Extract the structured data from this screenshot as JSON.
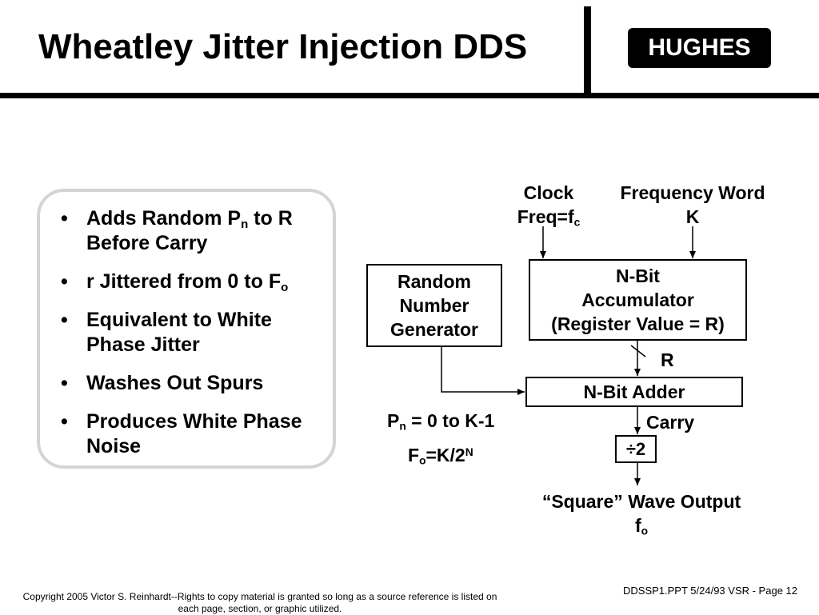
{
  "header": {
    "title": "Wheatley Jitter Injection DDS",
    "logo_text": "HUGHES"
  },
  "bullets": [
    {
      "parts": [
        "Adds Random P",
        "n",
        " to R Before Carry"
      ]
    },
    {
      "parts": [
        "r Jittered from 0 to F",
        "o",
        ""
      ]
    },
    {
      "parts": [
        "Equivalent to White Phase Jitter"
      ]
    },
    {
      "parts": [
        "Washes Out Spurs"
      ]
    },
    {
      "parts": [
        "Produces White Phase Noise"
      ]
    }
  ],
  "diagram": {
    "clock": {
      "line1": "Clock",
      "line2_main": "Freq=f",
      "line2_sub": "c"
    },
    "freq_word": {
      "line1": "Frequency Word",
      "line2": "K"
    },
    "rng": {
      "line1": "Random",
      "line2": "Number",
      "line3": "Generator"
    },
    "accumulator": {
      "line1": "N-Bit",
      "line2": "Accumulator",
      "line3": "(Register Value = R)"
    },
    "r_label": "R",
    "adder": "N-Bit Adder",
    "carry": "Carry",
    "divider": "÷2",
    "pn_eq": {
      "main": "P",
      "sub": "n",
      "rest": " = 0 to K-1"
    },
    "fo_eq": {
      "main": "F",
      "sub": "o",
      "mid": "=K/2",
      "sup": "N"
    },
    "output": {
      "line1": "“Square” Wave Output",
      "line2_main": "f",
      "line2_sub": "o"
    }
  },
  "footer": {
    "copyright": "Copyright 2005 Victor S. Reinhardt--Rights to copy material is granted so long as a source reference is listed on each page, section, or graphic utilized.",
    "page_ref": "DDSSP1.PPT 5/24/93 VSR - Page 12"
  }
}
